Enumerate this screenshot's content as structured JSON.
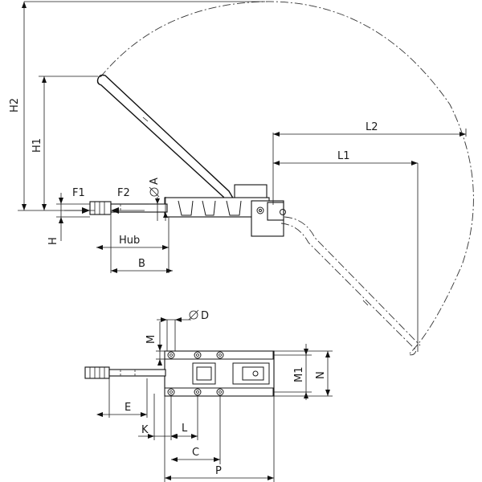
{
  "labels": {
    "h2": "H2",
    "h1": "H1",
    "l2": "L2",
    "l1": "L1",
    "f1": "F1",
    "f2": "F2",
    "dia_a": "A",
    "h": "H",
    "hub": "Hub",
    "b": "B",
    "dia_d": "D",
    "m": "M",
    "m1": "M1",
    "n": "N",
    "e": "E",
    "k": "K",
    "l": "L",
    "c": "C",
    "p": "P"
  },
  "icons": {
    "diameter": "diameter-symbol-icon"
  }
}
